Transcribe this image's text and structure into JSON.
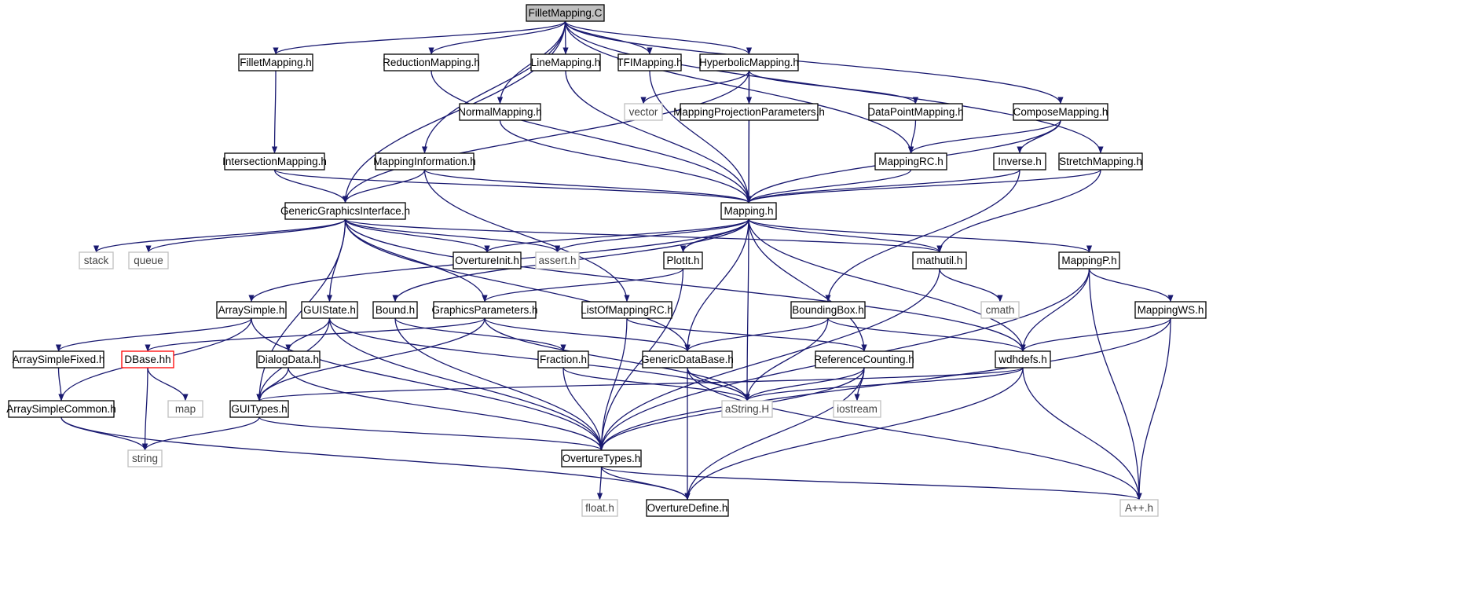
{
  "diagram": {
    "edge_color": "#191970",
    "root_fill": "#bfbfbf",
    "missing_border": "#ff0000",
    "external_border": "#bfbfbf",
    "nodes": [
      {
        "id": "fillet_c",
        "label": "FilletMapping.C",
        "kind": "root"
      },
      {
        "id": "fillet_h",
        "label": "FilletMapping.h",
        "kind": "header"
      },
      {
        "id": "reduction_h",
        "label": "ReductionMapping.h",
        "kind": "header"
      },
      {
        "id": "line_h",
        "label": "LineMapping.h",
        "kind": "header"
      },
      {
        "id": "tfi_h",
        "label": "TFIMapping.h",
        "kind": "header"
      },
      {
        "id": "hyperbolic_h",
        "label": "HyperbolicMapping.h",
        "kind": "header"
      },
      {
        "id": "vector",
        "label": "vector",
        "kind": "external"
      },
      {
        "id": "normal_h",
        "label": "NormalMapping.h",
        "kind": "header"
      },
      {
        "id": "mpp_h",
        "label": "MappingProjectionParameters.h",
        "kind": "header"
      },
      {
        "id": "datapoint_h",
        "label": "DataPointMapping.h",
        "kind": "header"
      },
      {
        "id": "compose_h",
        "label": "ComposeMapping.h",
        "kind": "header"
      },
      {
        "id": "intersection_h",
        "label": "IntersectionMapping.h",
        "kind": "header"
      },
      {
        "id": "mappinginfo_h",
        "label": "MappingInformation.h",
        "kind": "header"
      },
      {
        "id": "mappingrc_h",
        "label": "MappingRC.h",
        "kind": "header"
      },
      {
        "id": "inverse_h",
        "label": "Inverse.h",
        "kind": "header"
      },
      {
        "id": "stretch_h",
        "label": "StretchMapping.h",
        "kind": "header"
      },
      {
        "id": "ggi_h",
        "label": "GenericGraphicsInterface.h",
        "kind": "header"
      },
      {
        "id": "mapping_h",
        "label": "Mapping.h",
        "kind": "header"
      },
      {
        "id": "stack",
        "label": "stack",
        "kind": "external"
      },
      {
        "id": "queue",
        "label": "queue",
        "kind": "external"
      },
      {
        "id": "overtureinit_h",
        "label": "OvertureInit.h",
        "kind": "header"
      },
      {
        "id": "assert_h",
        "label": "assert.h",
        "kind": "external"
      },
      {
        "id": "plotit_h",
        "label": "PlotIt.h",
        "kind": "header"
      },
      {
        "id": "mathutil_h",
        "label": "mathutil.h",
        "kind": "header"
      },
      {
        "id": "mappingp_h",
        "label": "MappingP.h",
        "kind": "header"
      },
      {
        "id": "arraysimple_h",
        "label": "ArraySimple.h",
        "kind": "header"
      },
      {
        "id": "guistate_h",
        "label": "GUIState.h",
        "kind": "header"
      },
      {
        "id": "bound_h",
        "label": "Bound.h",
        "kind": "header"
      },
      {
        "id": "graphicsparams_h",
        "label": "GraphicsParameters.h",
        "kind": "header"
      },
      {
        "id": "listofmappingrc_h",
        "label": "ListOfMappingRC.h",
        "kind": "header"
      },
      {
        "id": "boundingbox_h",
        "label": "BoundingBox.h",
        "kind": "header"
      },
      {
        "id": "cmath",
        "label": "cmath",
        "kind": "external"
      },
      {
        "id": "mappingws_h",
        "label": "MappingWS.h",
        "kind": "header"
      },
      {
        "id": "arraysimplefixed_h",
        "label": "ArraySimpleFixed.h",
        "kind": "header"
      },
      {
        "id": "dbase_hh",
        "label": "DBase.hh",
        "kind": "missing"
      },
      {
        "id": "dialogdata_h",
        "label": "DialogData.h",
        "kind": "header"
      },
      {
        "id": "fraction_h",
        "label": "Fraction.h",
        "kind": "header"
      },
      {
        "id": "genericdatabase_h",
        "label": "GenericDataBase.h",
        "kind": "header"
      },
      {
        "id": "refcounting_h",
        "label": "ReferenceCounting.h",
        "kind": "header"
      },
      {
        "id": "wdhdefs_h",
        "label": "wdhdefs.h",
        "kind": "header"
      },
      {
        "id": "arraysimplecommon_h",
        "label": "ArraySimpleCommon.h",
        "kind": "header"
      },
      {
        "id": "map",
        "label": "map",
        "kind": "external"
      },
      {
        "id": "guitypes_h",
        "label": "GUITypes.h",
        "kind": "header"
      },
      {
        "id": "astring_h",
        "label": "aString.H",
        "kind": "external"
      },
      {
        "id": "iostream",
        "label": "iostream",
        "kind": "external"
      },
      {
        "id": "string",
        "label": "string",
        "kind": "external"
      },
      {
        "id": "overturetypes_h",
        "label": "OvertureTypes.h",
        "kind": "header"
      },
      {
        "id": "float_h",
        "label": "float.h",
        "kind": "external"
      },
      {
        "id": "overturedefine_h",
        "label": "OvertureDefine.h",
        "kind": "header"
      },
      {
        "id": "aplusplus_h",
        "label": "A++.h",
        "kind": "external"
      }
    ],
    "edges": [
      [
        "fillet_c",
        "fillet_h"
      ],
      [
        "fillet_c",
        "reduction_h"
      ],
      [
        "fillet_c",
        "line_h"
      ],
      [
        "fillet_c",
        "tfi_h"
      ],
      [
        "fillet_c",
        "hyperbolic_h"
      ],
      [
        "fillet_c",
        "normal_h"
      ],
      [
        "fillet_c",
        "mappinginfo_h"
      ],
      [
        "fillet_c",
        "ggi_h"
      ],
      [
        "fillet_c",
        "compose_h"
      ],
      [
        "fillet_c",
        "mappingrc_h"
      ],
      [
        "fillet_c",
        "stretch_h"
      ],
      [
        "fillet_h",
        "intersection_h"
      ],
      [
        "reduction_h",
        "mapping_h"
      ],
      [
        "line_h",
        "mapping_h"
      ],
      [
        "tfi_h",
        "mapping_h"
      ],
      [
        "normal_h",
        "mapping_h"
      ],
      [
        "hyperbolic_h",
        "vector"
      ],
      [
        "hyperbolic_h",
        "mpp_h"
      ],
      [
        "hyperbolic_h",
        "datapoint_h"
      ],
      [
        "hyperbolic_h",
        "mapping_h"
      ],
      [
        "hyperbolic_h",
        "ggi_h"
      ],
      [
        "mpp_h",
        "mapping_h"
      ],
      [
        "datapoint_h",
        "mappingrc_h"
      ],
      [
        "compose_h",
        "mappingrc_h"
      ],
      [
        "compose_h",
        "inverse_h"
      ],
      [
        "compose_h",
        "mapping_h"
      ],
      [
        "intersection_h",
        "ggi_h"
      ],
      [
        "intersection_h",
        "mapping_h"
      ],
      [
        "mappinginfo_h",
        "ggi_h"
      ],
      [
        "mappinginfo_h",
        "mapping_h"
      ],
      [
        "mappinginfo_h",
        "listofmappingrc_h"
      ],
      [
        "mappingrc_h",
        "mapping_h"
      ],
      [
        "inverse_h",
        "mapping_h"
      ],
      [
        "inverse_h",
        "boundingbox_h"
      ],
      [
        "stretch_h",
        "mapping_h"
      ],
      [
        "stretch_h",
        "mathutil_h"
      ],
      [
        "ggi_h",
        "stack"
      ],
      [
        "ggi_h",
        "queue"
      ],
      [
        "ggi_h",
        "overtureinit_h"
      ],
      [
        "ggi_h",
        "assert_h"
      ],
      [
        "ggi_h",
        "mathutil_h"
      ],
      [
        "ggi_h",
        "guistate_h"
      ],
      [
        "ggi_h",
        "graphicsparams_h"
      ],
      [
        "ggi_h",
        "genericdatabase_h"
      ],
      [
        "ggi_h",
        "wdhdefs_h"
      ],
      [
        "ggi_h",
        "guitypes_h"
      ],
      [
        "mapping_h",
        "overtureinit_h"
      ],
      [
        "mapping_h",
        "assert_h"
      ],
      [
        "mapping_h",
        "plotit_h"
      ],
      [
        "mapping_h",
        "mathutil_h"
      ],
      [
        "mapping_h",
        "mappingp_h"
      ],
      [
        "mapping_h",
        "arraysimple_h"
      ],
      [
        "mapping_h",
        "bound_h"
      ],
      [
        "mapping_h",
        "genericdatabase_h"
      ],
      [
        "mapping_h",
        "astring_h"
      ],
      [
        "mapping_h",
        "refcounting_h"
      ],
      [
        "mapping_h",
        "wdhdefs_h"
      ],
      [
        "plotit_h",
        "graphicsparams_h"
      ],
      [
        "plotit_h",
        "overturetypes_h"
      ],
      [
        "mathutil_h",
        "cmath"
      ],
      [
        "mathutil_h",
        "overturetypes_h"
      ],
      [
        "mappingp_h",
        "mappingws_h"
      ],
      [
        "mappingp_h",
        "wdhdefs_h"
      ],
      [
        "mappingp_h",
        "overturetypes_h"
      ],
      [
        "mappingp_h",
        "aplusplus_h"
      ],
      [
        "arraysimple_h",
        "arraysimplefixed_h"
      ],
      [
        "arraysimple_h",
        "arraysimplecommon_h"
      ],
      [
        "arraysimple_h",
        "overturetypes_h"
      ],
      [
        "guistate_h",
        "dialogdata_h"
      ],
      [
        "guistate_h",
        "guitypes_h"
      ],
      [
        "guistate_h",
        "overturetypes_h"
      ],
      [
        "guistate_h",
        "astring_h"
      ],
      [
        "bound_h",
        "fraction_h"
      ],
      [
        "bound_h",
        "overturetypes_h"
      ],
      [
        "graphicsparams_h",
        "dbase_hh"
      ],
      [
        "graphicsparams_h",
        "genericdatabase_h"
      ],
      [
        "graphicsparams_h",
        "guitypes_h"
      ],
      [
        "graphicsparams_h",
        "astring_h"
      ],
      [
        "listofmappingrc_h",
        "refcounting_h"
      ],
      [
        "listofmappingrc_h",
        "overturetypes_h"
      ],
      [
        "boundingbox_h",
        "genericdatabase_h"
      ],
      [
        "boundingbox_h",
        "astring_h"
      ],
      [
        "boundingbox_h",
        "wdhdefs_h"
      ],
      [
        "mappingws_h",
        "wdhdefs_h"
      ],
      [
        "mappingws_h",
        "overturetypes_h"
      ],
      [
        "mappingws_h",
        "aplusplus_h"
      ],
      [
        "arraysimplefixed_h",
        "arraysimplecommon_h"
      ],
      [
        "dbase_hh",
        "map"
      ],
      [
        "dbase_hh",
        "string"
      ],
      [
        "dialogdata_h",
        "guitypes_h"
      ],
      [
        "dialogdata_h",
        "overturetypes_h"
      ],
      [
        "fraction_h",
        "overturetypes_h"
      ],
      [
        "fraction_h",
        "astring_h"
      ],
      [
        "genericdatabase_h",
        "astring_h"
      ],
      [
        "genericdatabase_h",
        "overturedefine_h"
      ],
      [
        "genericdatabase_h",
        "aplusplus_h"
      ],
      [
        "refcounting_h",
        "astring_h"
      ],
      [
        "refcounting_h",
        "iostream"
      ],
      [
        "refcounting_h",
        "overturetypes_h"
      ],
      [
        "refcounting_h",
        "overturedefine_h"
      ],
      [
        "wdhdefs_h",
        "guitypes_h"
      ],
      [
        "wdhdefs_h",
        "astring_h"
      ],
      [
        "wdhdefs_h",
        "overturedefine_h"
      ],
      [
        "wdhdefs_h",
        "aplusplus_h"
      ],
      [
        "arraysimplecommon_h",
        "string"
      ],
      [
        "arraysimplecommon_h",
        "overturedefine_h"
      ],
      [
        "guitypes_h",
        "string"
      ],
      [
        "guitypes_h",
        "overturetypes_h"
      ],
      [
        "overturetypes_h",
        "float_h"
      ],
      [
        "overturetypes_h",
        "overturedefine_h"
      ],
      [
        "overturetypes_h",
        "aplusplus_h"
      ]
    ]
  }
}
